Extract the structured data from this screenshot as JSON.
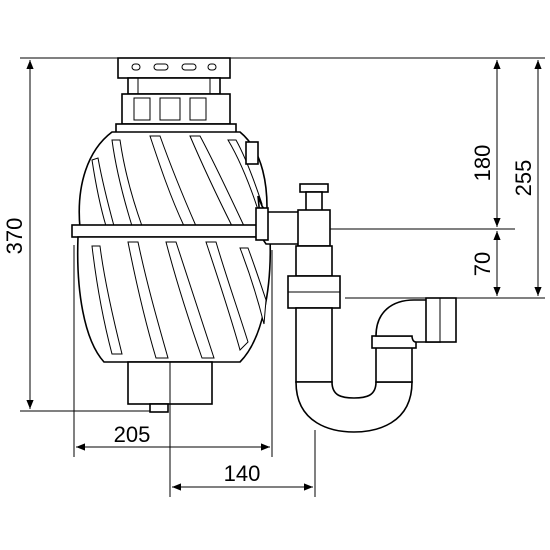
{
  "dimensions": {
    "overall_height": "370",
    "top_to_outlet": "180",
    "top_to_trap_outlet": "255",
    "outlet_to_trap": "70",
    "width_to_outlet": "205",
    "center_to_trap": "140"
  },
  "colors": {
    "line": "#000000",
    "background": "#ffffff"
  }
}
